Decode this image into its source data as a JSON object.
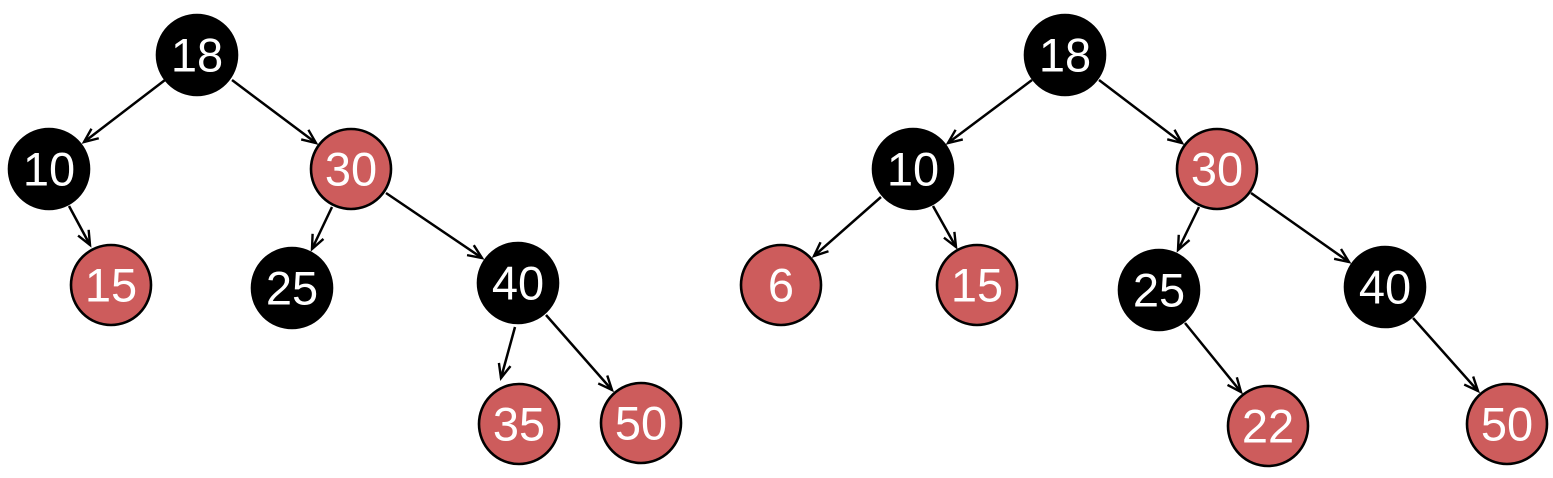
{
  "figure": {
    "description": "Two red-black binary search tree diagrams shown side by side"
  },
  "palette": {
    "black_node_fill": "#000000",
    "red_node_fill": "#cd5c5c",
    "node_border": "#000000",
    "node_text": "#ffffff",
    "edge_color": "#000000",
    "background": "#ffffff"
  },
  "trees": [
    {
      "name": "left-tree",
      "root": "18",
      "nodes": [
        {
          "label": "18",
          "color": "black",
          "fill": "#000000"
        },
        {
          "label": "10",
          "color": "black",
          "fill": "#000000"
        },
        {
          "label": "30",
          "color": "red",
          "fill": "#cd5c5c"
        },
        {
          "label": "15",
          "color": "red",
          "fill": "#cd5c5c"
        },
        {
          "label": "25",
          "color": "black",
          "fill": "#000000"
        },
        {
          "label": "40",
          "color": "black",
          "fill": "#000000"
        },
        {
          "label": "35",
          "color": "red",
          "fill": "#cd5c5c"
        },
        {
          "label": "50",
          "color": "red",
          "fill": "#cd5c5c"
        }
      ],
      "edges": [
        {
          "from": "18",
          "to": "10",
          "side": "left"
        },
        {
          "from": "18",
          "to": "30",
          "side": "right"
        },
        {
          "from": "10",
          "to": "15",
          "side": "right"
        },
        {
          "from": "30",
          "to": "25",
          "side": "left"
        },
        {
          "from": "30",
          "to": "40",
          "side": "right"
        },
        {
          "from": "40",
          "to": "35",
          "side": "left"
        },
        {
          "from": "40",
          "to": "50",
          "side": "right"
        }
      ]
    },
    {
      "name": "right-tree",
      "root": "18",
      "nodes": [
        {
          "label": "18",
          "color": "black",
          "fill": "#000000"
        },
        {
          "label": "10",
          "color": "black",
          "fill": "#000000"
        },
        {
          "label": "30",
          "color": "red",
          "fill": "#cd5c5c"
        },
        {
          "label": "6",
          "color": "red",
          "fill": "#cd5c5c"
        },
        {
          "label": "15",
          "color": "red",
          "fill": "#cd5c5c"
        },
        {
          "label": "25",
          "color": "black",
          "fill": "#000000"
        },
        {
          "label": "40",
          "color": "black",
          "fill": "#000000"
        },
        {
          "label": "22",
          "color": "red",
          "fill": "#cd5c5c"
        },
        {
          "label": "50",
          "color": "red",
          "fill": "#cd5c5c"
        }
      ],
      "edges": [
        {
          "from": "18",
          "to": "10",
          "side": "left"
        },
        {
          "from": "18",
          "to": "30",
          "side": "right"
        },
        {
          "from": "10",
          "to": "6",
          "side": "left"
        },
        {
          "from": "10",
          "to": "15",
          "side": "right"
        },
        {
          "from": "30",
          "to": "25",
          "side": "left"
        },
        {
          "from": "30",
          "to": "40",
          "side": "right"
        },
        {
          "from": "25",
          "to": "22",
          "side": "right"
        },
        {
          "from": "40",
          "to": "50",
          "side": "right"
        }
      ]
    }
  ]
}
